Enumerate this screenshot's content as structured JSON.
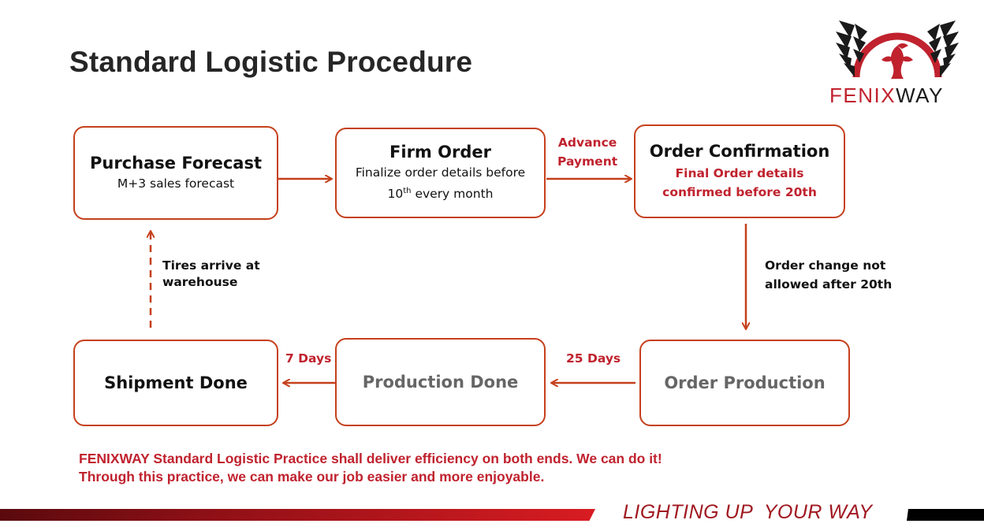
{
  "title": "Standard Logistic Procedure",
  "brand": {
    "part1": "FENIX",
    "part2": "WAY"
  },
  "boxes": {
    "purchase_forecast": {
      "title": "Purchase Forecast",
      "sub": "M+3 sales forecast"
    },
    "firm_order": {
      "title": "Firm Order",
      "sub_line1": "Finalize order details before",
      "sub_line2_num": "10",
      "sub_line2_sup": "th",
      "sub_line2_rest": " every month"
    },
    "order_confirmation": {
      "title": "Order Confirmation",
      "sub_line1": "Final Order details",
      "sub_line2": "confirmed before 20th"
    },
    "shipment_done": {
      "title": "Shipment Done"
    },
    "production_done": {
      "title": "Production Done"
    },
    "order_production": {
      "title": "Order Production"
    }
  },
  "labels": {
    "advance_payment_1": "Advance",
    "advance_payment_2": "Payment",
    "order_change_1": "Order change not",
    "order_change_2": "allowed after 20th",
    "tires_arrive_1": "Tires arrive at",
    "tires_arrive_2": "warehouse",
    "days_7": "7 Days",
    "days_25": "25 Days"
  },
  "note": {
    "line1": "FENIXWAY Standard Logistic Practice shall deliver efficiency on both ends. We can do it!",
    "line2": "Through this practice, we can make our job easier and more enjoyable."
  },
  "slogan": "LIGHTING UP  YOUR WAY",
  "colors": {
    "accent": "#c5401c",
    "brand_red": "#c0222e",
    "dark": "#111111",
    "gray": "#666666"
  }
}
